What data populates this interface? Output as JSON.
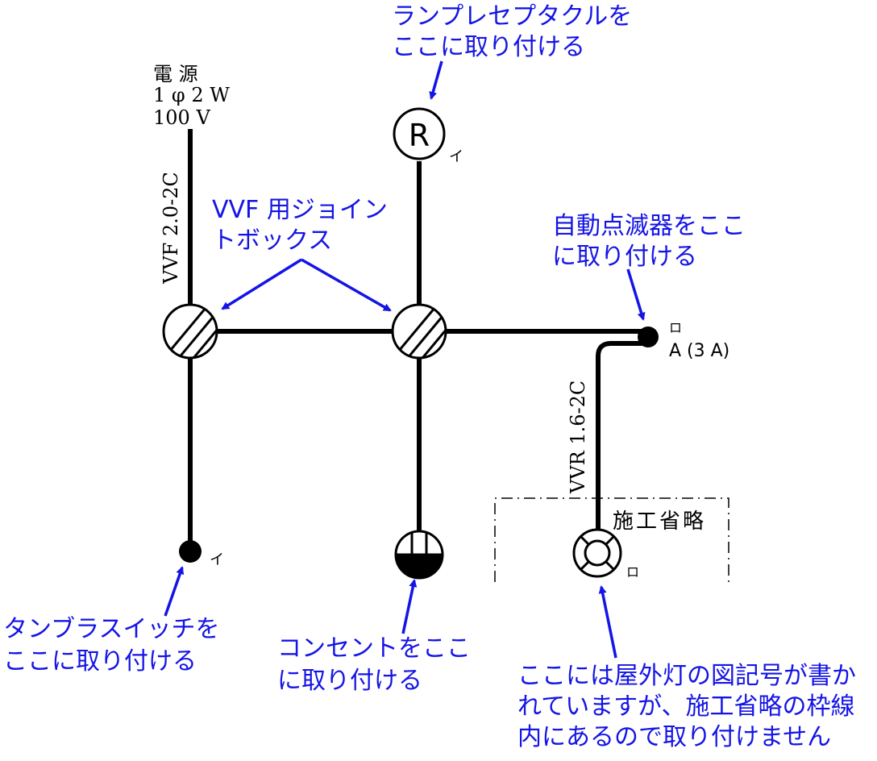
{
  "power": {
    "line1": "電 源",
    "line2": "1 φ 2 W",
    "line3": "100 V"
  },
  "cables": {
    "vvf": "VVF 2.0-2C",
    "vvr": "VVR 1.6-2C"
  },
  "symbols": {
    "receptacle_letter": "R",
    "receptacle_tag": "イ",
    "switch_tag": "イ",
    "photocell_tag": "ロ",
    "photocell_rating": "A (3 A)",
    "outdoor_light_tag": "ロ"
  },
  "omitted_label": "施工省略",
  "notes": {
    "receptacle": [
      "ランプレセプタクルを",
      "ここに取り付ける"
    ],
    "junction": [
      "VVF 用ジョイン",
      "トボックス"
    ],
    "photocell": [
      "自動点滅器をここ",
      "に取り付ける"
    ],
    "switch": [
      "タンブラスイッチを",
      "ここに取り付ける"
    ],
    "outlet": [
      "コンセントをここ",
      "に取り付ける"
    ],
    "outdoor_light": [
      "ここには屋外灯の図記号が書か",
      "れていますが、施工省略の枠線",
      "内にあるので取り付けません"
    ]
  },
  "colors": {
    "annotation": "#1414e6",
    "wiring": "#000000"
  }
}
